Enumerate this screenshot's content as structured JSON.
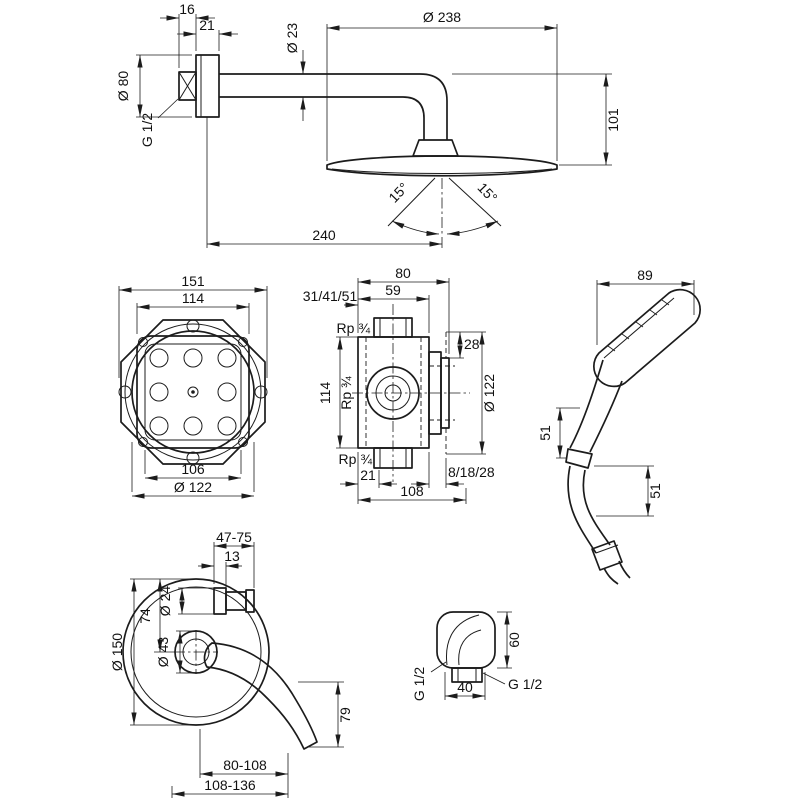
{
  "page": {
    "background": "#ffffff",
    "line_color": "#1c1c1c",
    "kind": "technical dimension drawing, shower set"
  },
  "views": {
    "overhead_shower": {
      "plate_offset": "16",
      "plate_depth": "21",
      "escutcheon_diameter": "Ø 80",
      "wall_thread": "G 1/2",
      "arm_diameter": "Ø 23",
      "head_diameter": "Ø 238",
      "head_height": "101",
      "spray_angle_left": "15°",
      "spray_angle_right": "15°",
      "arm_length": "240"
    },
    "ibox": {
      "overall_width": "151",
      "body_width": "114",
      "cutout_width": "106",
      "flange_diameter": "Ø 122"
    },
    "valve": {
      "total_depth": "80",
      "body_depth": "59",
      "install_depth_range": "31/41/51",
      "top_thread": "Rp ¾",
      "plate_offset": "28",
      "body_height": "114",
      "side_thread": "Rp ¾",
      "escutcheon_diameter": "Ø 122",
      "bottom_thread": "Rp ¾",
      "bottom_offset": "21",
      "total_width": "108",
      "depth_adjustment": "8/18/28"
    },
    "hand_shower": {
      "head_length": "89",
      "handle_length": "51",
      "hose_fitting_length": "51"
    },
    "mixer": {
      "top_depth_range": "47-75",
      "plate_offset": "13",
      "connector_diameter": "Ø 24",
      "escutcheon_diameter": "Ø 150",
      "center_offset": "74",
      "hub_diameter": "Ø 43",
      "lever_drop": "79",
      "reach_range_1": "80-108",
      "reach_range_2": "108-136"
    },
    "outlet": {
      "thread_left": "G 1/2",
      "width": "40",
      "height": "60",
      "thread_right": "G 1/2"
    }
  }
}
